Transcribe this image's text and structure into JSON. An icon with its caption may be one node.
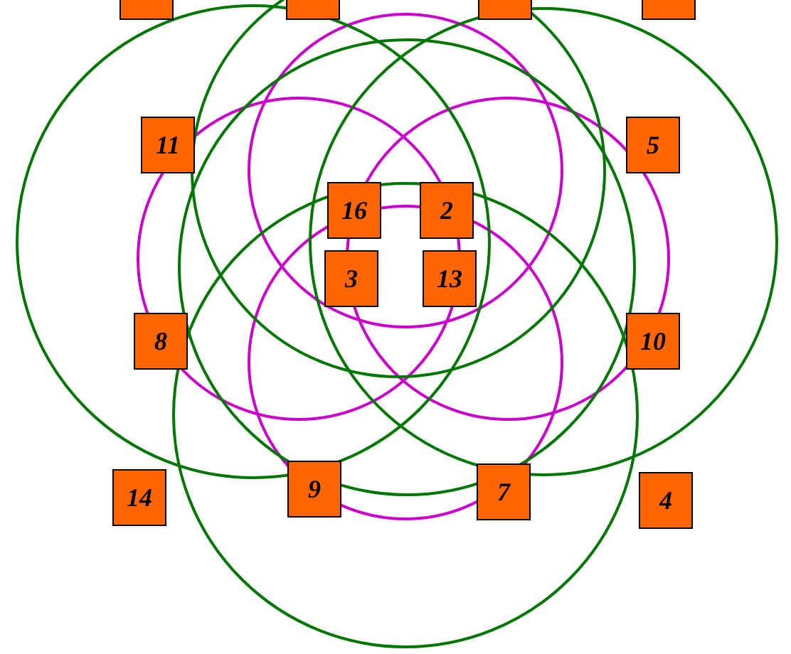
{
  "diagram": {
    "nodes": [
      {
        "text": [],
        "shape": "box"
      },
      {
        "text": [],
        "shape": "box"
      },
      {
        "text": [],
        "shape": "box"
      },
      {
        "text": [],
        "shape": "box"
      },
      {
        "text": [
          "11"
        ]
      },
      {
        "text": [
          "5"
        ]
      },
      {
        "text": [
          "16"
        ]
      },
      {
        "text": [
          "2"
        ]
      },
      {
        "text": [
          "3"
        ]
      },
      {
        "text": [
          "13"
        ]
      },
      {
        "text": [
          "8"
        ]
      },
      {
        "text": [
          "10"
        ]
      },
      {
        "text": [
          "14"
        ]
      },
      {
        "text": [
          "9"
        ]
      },
      {
        "text": [
          "7"
        ]
      },
      {
        "text": [
          "4"
        ]
      }
    ]
  }
}
